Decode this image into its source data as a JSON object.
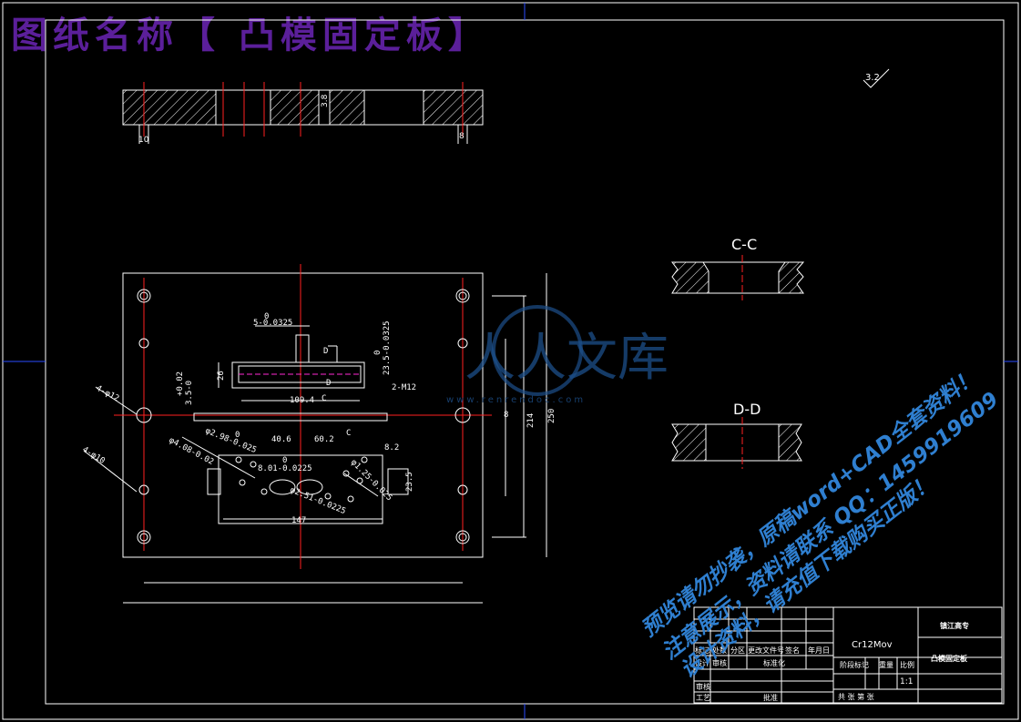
{
  "drawing_title": "图纸名称【 凸模固定板】",
  "surface_roughness": "3.2",
  "section_cc_label": "C-C",
  "section_dd_label": "D-D",
  "watermark": {
    "logo_text": "人人文库",
    "site": "www.renrendoc.com",
    "notice_line1": "预览请勿抄袭，原稿word+CAD全套资料！",
    "notice_line2": "注意展示，资料请联系 QQ：1459919609",
    "notice_line3": "设计资料，请充值下载购买正版！"
  },
  "section_view": {
    "dim_left": "10",
    "dim_right": "8",
    "dim_depth": "3.8"
  },
  "plan_view": {
    "dims": {
      "slot_tol_top": "0",
      "slot_width": "5-0.0325",
      "slot_tol_right": "0",
      "slot_height_right": "23.5-0.0325",
      "slot_height": "26",
      "slot_len": "109.4",
      "left_tol": "+0.02",
      "left_dim": "3.5-0",
      "hole_m12": "2-M12",
      "phi12": "4-φ12",
      "phi10": "4-φ10",
      "d1_tol": "0",
      "d1": "φ2.98-0.025",
      "d2": "φ4.08-0.02",
      "d3_tol": "0",
      "d3": "8.01-0.0225",
      "d4": "φ2.51-0.0225",
      "d5": "φ1.25-0.025",
      "d6": "40.6",
      "d7": "60.2",
      "d8": "8.2",
      "d9": "23.5",
      "d10": "147",
      "d11": "214",
      "d12": "250",
      "label_c": "C",
      "label_d": "D",
      "label_8": "8"
    }
  },
  "title_block": {
    "school": "镇江高专",
    "part_name": "凸模固定板",
    "material": "Cr12Mov",
    "scale": "1:1",
    "headers": [
      "标记",
      "处数",
      "分区",
      "更改文件号",
      "签名",
      "年月日"
    ],
    "row_design": [
      "设计",
      "审核",
      "标准化"
    ],
    "row_stage": [
      "阶段标记",
      "重量",
      "比例"
    ],
    "row_check": "审核",
    "row_process": "工艺",
    "row_approve": "批准",
    "sheets": "共    张  第    张"
  }
}
